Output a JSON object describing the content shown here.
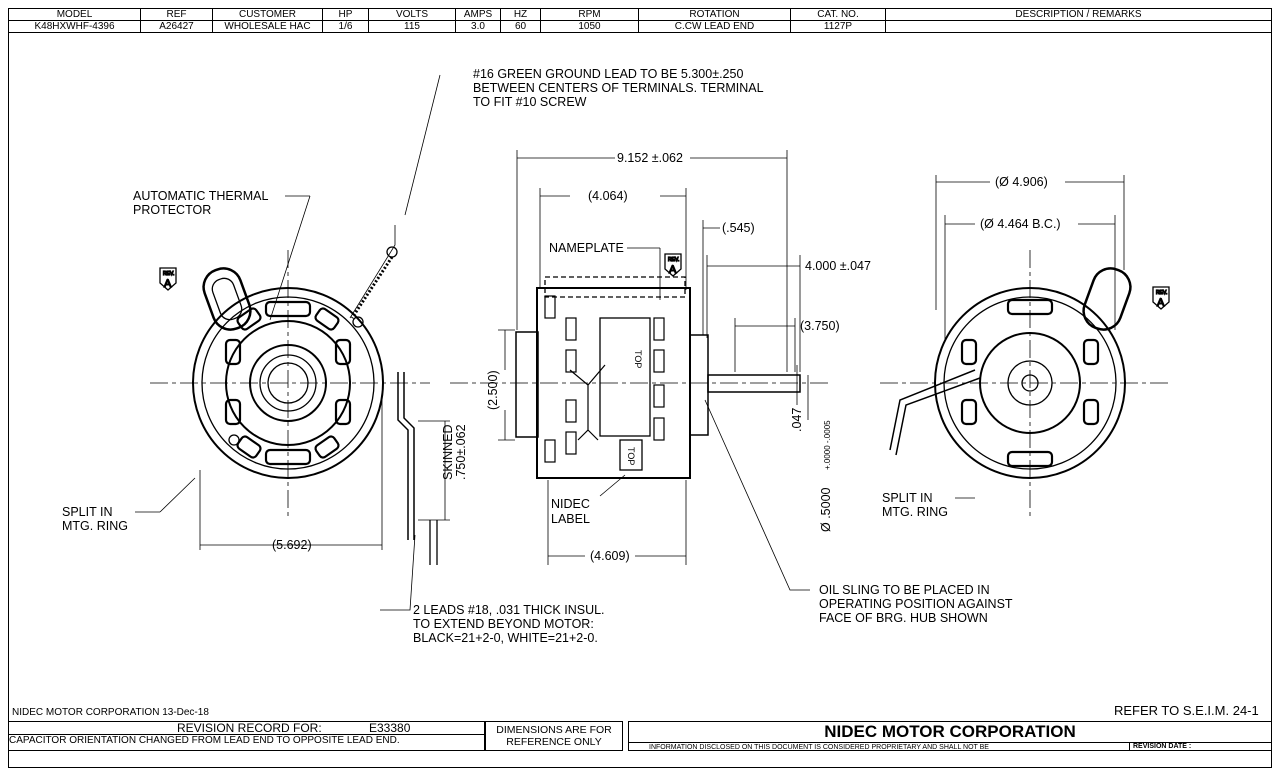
{
  "spec_table": {
    "headers": [
      "MODEL",
      "REF",
      "CUSTOMER",
      "HP",
      "VOLTS",
      "AMPS",
      "HZ",
      "RPM",
      "ROTATION",
      "CAT. NO.",
      "DESCRIPTION / REMARKS"
    ],
    "values": [
      "K48HXWHF-4396",
      "A26427",
      "WHOLESALE HAC",
      "1/6",
      "115",
      "3.0",
      "60",
      "1050",
      "C.CW LEAD END",
      "1127P",
      ""
    ]
  },
  "annotations": {
    "ground_lead": [
      "#16 GREEN GROUND LEAD TO BE 5.300±.250",
      "BETWEEN CENTERS OF TERMINALS. TERMINAL",
      "TO FIT #10 SCREW"
    ],
    "thermal_protector": [
      "AUTOMATIC THERMAL",
      "PROTECTOR"
    ],
    "split_ring_left": [
      "SPLIT IN",
      "MTG. RING"
    ],
    "split_ring_right": [
      "SPLIT IN",
      "MTG. RING"
    ],
    "nameplate": "NAMEPLATE",
    "nidec_label": [
      "NIDEC",
      "LABEL"
    ],
    "leads": [
      "2 LEADS #18, .031 THICK INSUL.",
      "TO EXTEND BEYOND MOTOR:",
      "BLACK=21+2-0, WHITE=21+2-0."
    ],
    "oil_sling": [
      "OIL SLING TO BE PLACED IN",
      "OPERATING POSITION AGAINST",
      "FACE OF BRG. HUB SHOWN"
    ],
    "skinned": [
      "SKINNED",
      ".750±.062"
    ],
    "top_label": "TOP",
    "rev_tag": "REV.",
    "rev_letter": "A"
  },
  "dimensions": {
    "overall_length": "9.152 ±.062",
    "body_length": "(4.064)",
    "d545": "(.545)",
    "shaft_ext": "4.000 ±.047",
    "shaft_usable": "(3.750)",
    "height": "(2.500)",
    "d047": ".047",
    "shaft_dia": "Ø .5000",
    "shaft_tol": "+.0000 -.0005",
    "base_len": "(4.609)",
    "left_width": "(5.692)",
    "ring_dia": "(Ø 4.906)",
    "bolt_circle": "(Ø 4.464 B.C.)"
  },
  "footer": {
    "company_date": "NIDEC MOTOR CORPORATION 13-Dec-18",
    "refer": "REFER TO S.E.I.M. 24-1",
    "revision_record_label": "REVISION RECORD FOR:",
    "revision_number": "E33380",
    "revision_note": "CAPACITOR ORIENTATION CHANGED FROM LEAD END TO OPPOSITE LEAD END.",
    "dimensions_note": [
      "DIMENSIONS ARE FOR",
      "REFERENCE ONLY"
    ],
    "company": "NIDEC MOTOR CORPORATION",
    "proprietary": "INFORMATION DISCLOSED ON THIS DOCUMENT IS CONSIDERED PROPRIETARY AND SHALL NOT BE",
    "revision_date_label": "REVISION DATE :"
  }
}
